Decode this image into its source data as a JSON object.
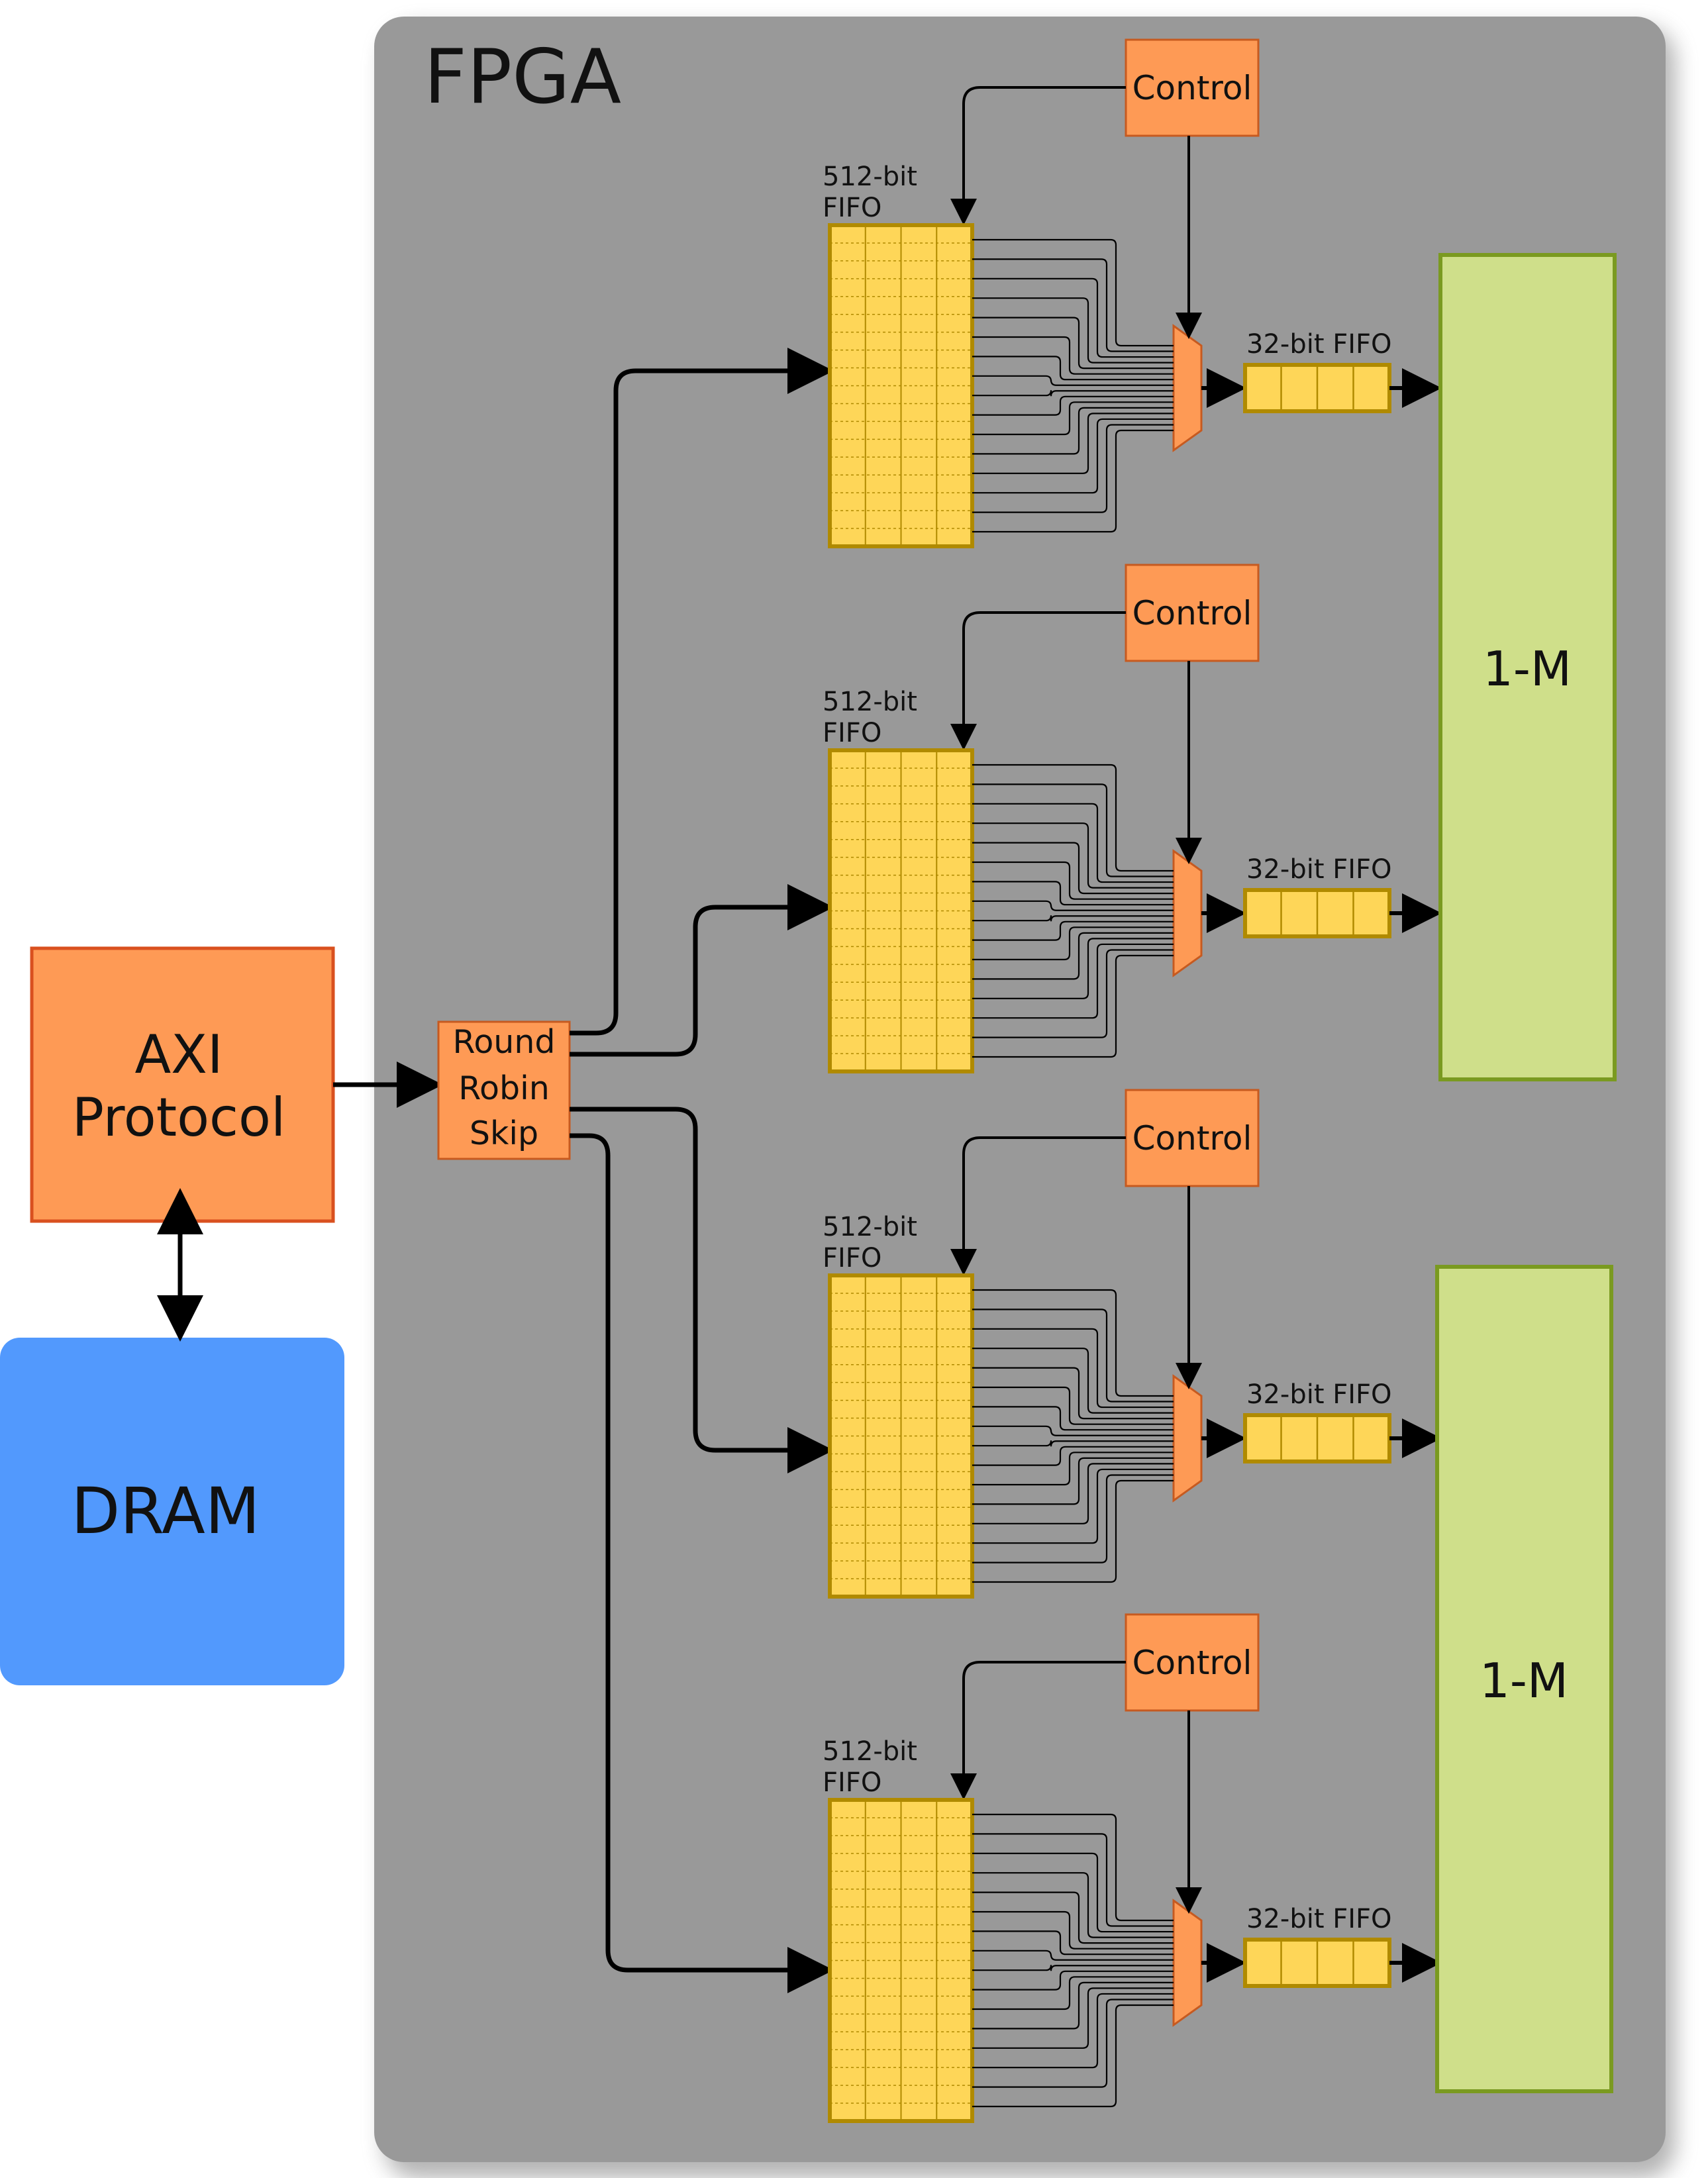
{
  "fpga": {
    "label": "FPGA",
    "color": "#999999"
  },
  "axi": {
    "line1": "AXI",
    "line2": "Protocol",
    "color": "#fe9a55",
    "border": "#d9501f"
  },
  "dram": {
    "label": "DRAM",
    "color": "#5299fd"
  },
  "round_robin": {
    "line1": "Round",
    "line2": "Robin",
    "line3": "Skip",
    "color": "#fe9a55"
  },
  "lanes": [
    {
      "control": "Control",
      "fifo512_line1": "512-bit",
      "fifo512_line2": "FIFO",
      "fifo32": "32-bit FIFO"
    },
    {
      "control": "Control",
      "fifo512_line1": "512-bit",
      "fifo512_line2": "FIFO",
      "fifo32": "32-bit FIFO"
    },
    {
      "control": "Control",
      "fifo512_line1": "512-bit",
      "fifo512_line2": "FIFO",
      "fifo32": "32-bit FIFO"
    },
    {
      "control": "Control",
      "fifo512_line1": "512-bit",
      "fifo512_line2": "FIFO",
      "fifo32": "32-bit FIFO"
    }
  ],
  "outputs": [
    {
      "label": "1-M"
    },
    {
      "label": "1-M"
    }
  ],
  "colors": {
    "fifo_fill": "#fed658",
    "fifo_border": "#b08a00",
    "mux_fill": "#fe9a55",
    "control_fill": "#fe9a55",
    "output_fill": "#cfdf8a",
    "output_border": "#7a9a20"
  }
}
